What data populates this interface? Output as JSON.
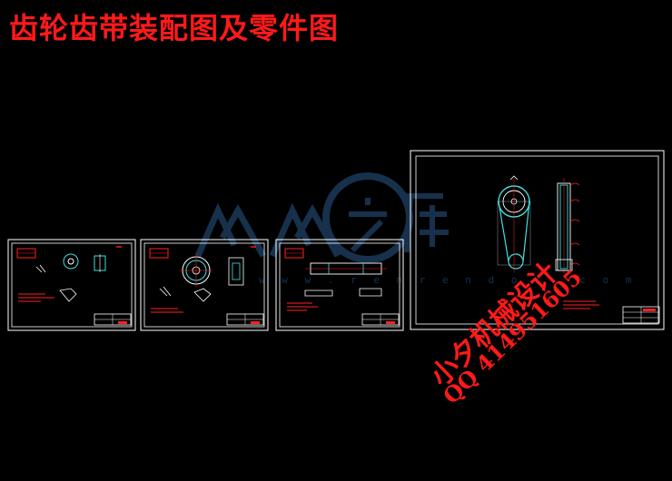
{
  "title": {
    "text": "齿轮齿带装配图及零件图",
    "color": "#ff1a1a"
  },
  "watermarks": {
    "studio": "小夕机械设计",
    "qq": "QQ 414951605",
    "color": "#ff1a1a"
  },
  "colors": {
    "background": "#000000",
    "frame": "#ffffff",
    "cyan": "#40e0e0",
    "red": "#ff2020",
    "watermark_blue": "#2a5a8a"
  }
}
